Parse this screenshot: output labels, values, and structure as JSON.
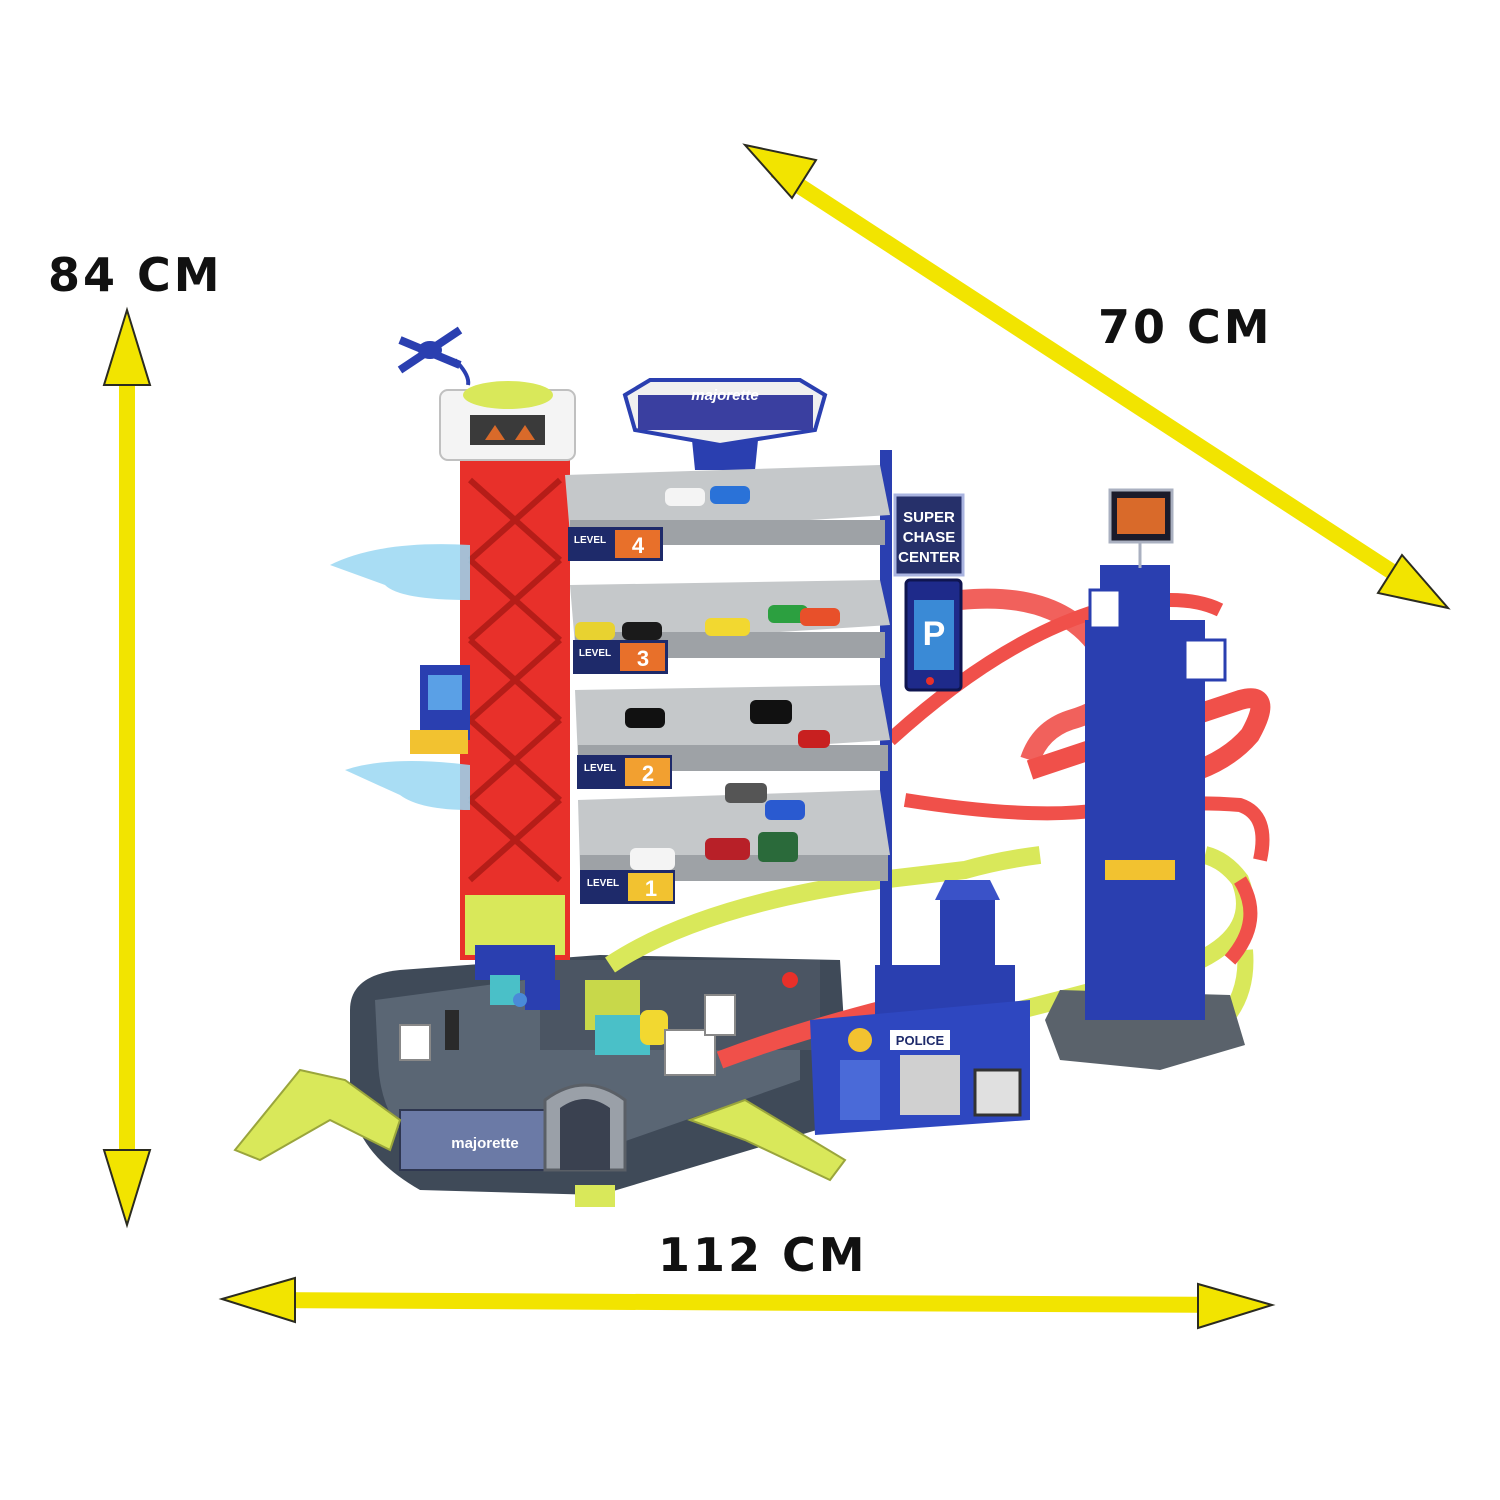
{
  "dimensions": {
    "height": "84 CM",
    "depth": "70 CM",
    "width": "112 CM"
  },
  "product": {
    "brand_sign": "majorette",
    "tower_sign_line1": "SUPER",
    "tower_sign_line2": "CHASE",
    "tower_sign_line3": "CENTER",
    "parking_sign": "P",
    "police_sign": "POLICE",
    "base_banner": "majorette",
    "level_caption": "LEVEL",
    "levels": [
      "4",
      "3",
      "2",
      "1"
    ]
  },
  "colors": {
    "arrow_yellow": "#f2e400",
    "arrow_outline": "#2b2b20",
    "tower_red": "#e8302a",
    "building_blue": "#2a3fb0",
    "floor_grey": "#b9bcbe",
    "ramp_red": "#f0504a",
    "track_yellow": "#d9e85a",
    "base_grey": "#3f4a58"
  }
}
